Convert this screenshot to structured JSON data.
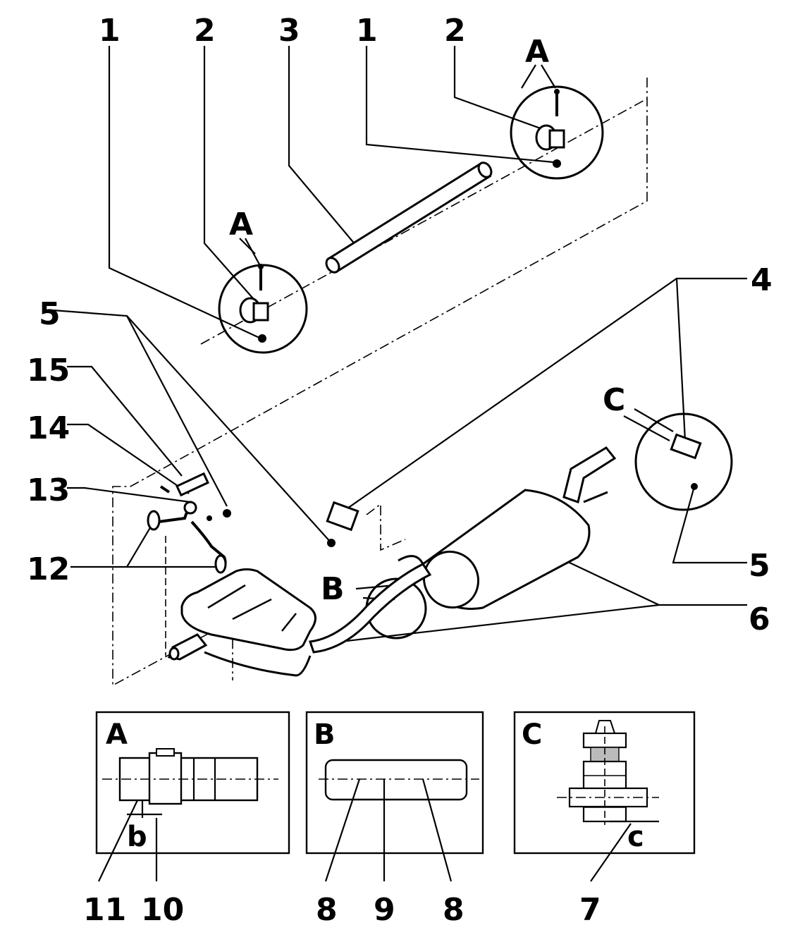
{
  "callouts": {
    "c1a": "1",
    "c2a": "2",
    "c3": "3",
    "c1b": "1",
    "c2b": "2",
    "detail_A_top": "A",
    "detail_A_left": "A",
    "c4": "4",
    "c5a": "5",
    "c15": "15",
    "c14": "14",
    "c13": "13",
    "c12": "12",
    "c5b": "5",
    "c6": "6",
    "detail_B": "B",
    "detail_C": "C"
  },
  "insets": {
    "A": {
      "title": "A",
      "dim": "b",
      "labels": [
        "11",
        "10"
      ]
    },
    "B": {
      "title": "B",
      "labels": [
        "8",
        "9",
        "8"
      ]
    },
    "C": {
      "title": "C",
      "dim": "c",
      "labels": [
        "7"
      ]
    }
  }
}
